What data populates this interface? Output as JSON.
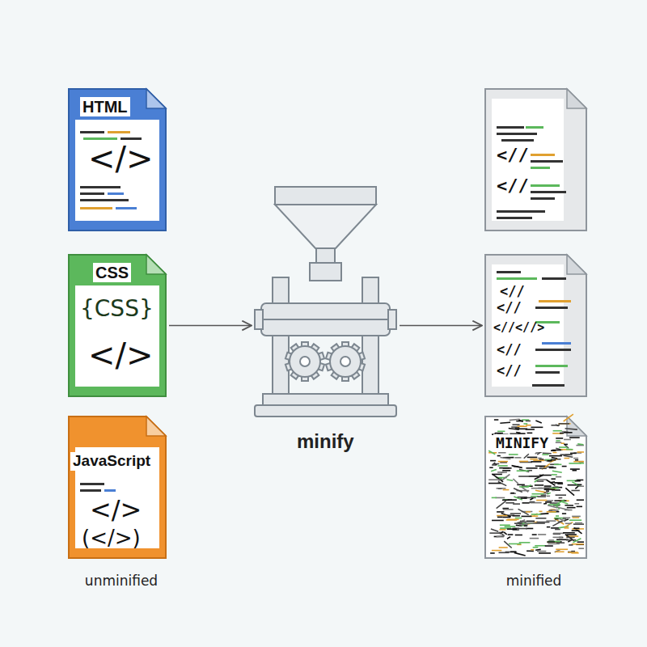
{
  "diagram": {
    "nodes": [
      {
        "text": [
          "HTML",
          "</>"
        ]
      },
      {
        "text": [
          "CSS",
          "{CSS}",
          "</>"
        ]
      },
      {
        "text": [
          "JavaScript",
          "</>",
          "(</>)"
        ]
      },
      {
        "text": [
          "minify"
        ]
      },
      {
        "text": [
          "<//",
          "<//"
        ]
      },
      {
        "text": [
          "<//",
          "<//",
          "<//<//>",
          "<//",
          "<//"
        ]
      },
      {
        "text": [
          "MINIFY"
        ]
      }
    ],
    "edges": [
      {
        "from": 1,
        "to": 3,
        "arrow": "to"
      },
      {
        "from": 3,
        "to": 5,
        "arrow": "to"
      }
    ],
    "labels": [
      "unminified",
      "minified"
    ]
  }
}
